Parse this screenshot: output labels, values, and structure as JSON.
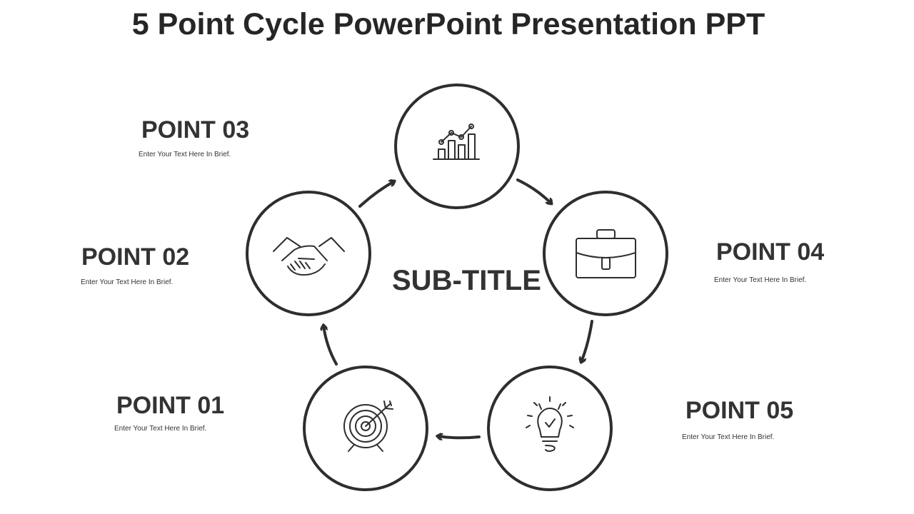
{
  "title": "5 Point Cycle PowerPoint Presentation PPT",
  "subtitle": "SUB-TITLE",
  "points": [
    {
      "label": "POINT 01",
      "text": "Enter Your Text Here In Brief.",
      "icon": "target-icon"
    },
    {
      "label": "POINT 02",
      "text": "Enter Your Text Here In Brief.",
      "icon": "handshake-icon"
    },
    {
      "label": "POINT 03",
      "text": "Enter Your Text Here In Brief.",
      "icon": "bar-chart-icon"
    },
    {
      "label": "POINT 04",
      "text": "Enter Your Text Here In Brief.",
      "icon": "briefcase-icon"
    },
    {
      "label": "POINT 05",
      "text": "Enter Your Text Here In Brief.",
      "icon": "lightbulb-icon"
    }
  ],
  "colors": {
    "stroke": "#333333",
    "text": "#333333"
  }
}
